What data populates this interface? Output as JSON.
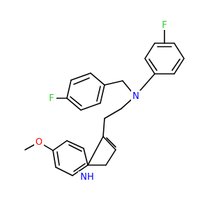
{
  "molecule": {
    "atoms": {
      "F_upper": {
        "text": "F"
      },
      "F_left": {
        "text": "F"
      },
      "N_amine": {
        "text": "N"
      },
      "O_methoxy": {
        "text": "O"
      },
      "NH_indole": {
        "text": "NH"
      }
    },
    "colors": {
      "bond": "#000000",
      "F": "#33cc33",
      "N": "#0000ff",
      "O": "#ff0000"
    }
  }
}
